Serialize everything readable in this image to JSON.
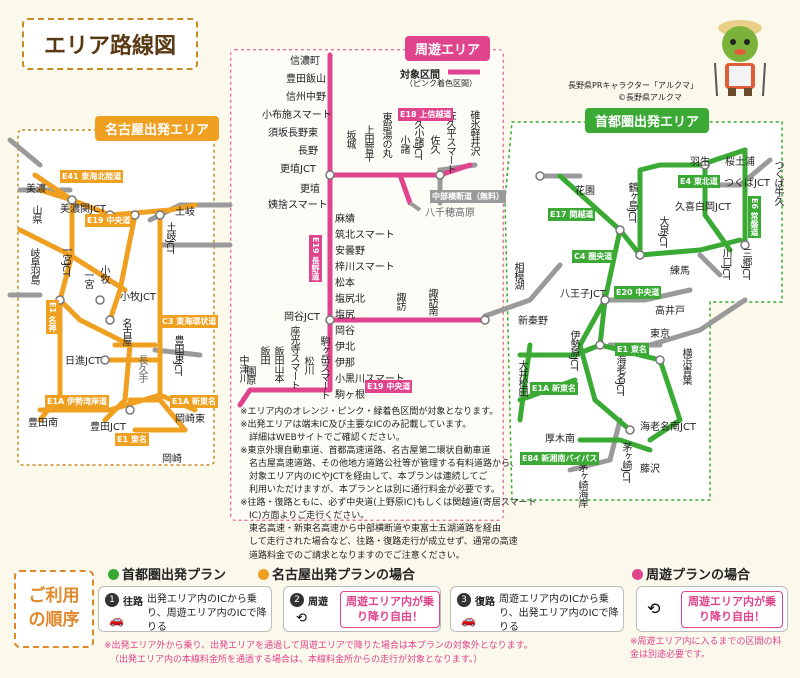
{
  "title": "エリア路線図",
  "regions": {
    "nagoya": "名古屋出発エリア",
    "shuyu": "周遊エリア",
    "shutoken": "首都圏出発エリア"
  },
  "legend_target": "対象区間",
  "legend_target_sub": "（ピンク着色区間）",
  "mascot_caption_1": "長野県PRキャラクター「アルクマ」",
  "mascot_caption_2": "©長野県アルクマ",
  "colors": {
    "orange": "#f0a020",
    "pink": "#e0448c",
    "green": "#3aaa35",
    "gray": "#9a9a9a"
  },
  "nagoya_labels": {
    "mino": "美濃",
    "yamagata": "山県",
    "gifu_hashima": "岐阜羽島",
    "mino_seki_jct": "美濃関JCT",
    "ichinomiya_jct": "一宮JCT",
    "ichinomiya": "一宮",
    "komaki": "小牧",
    "komaki_jct": "小牧JCT",
    "nagoya": "名古屋",
    "toki_jct": "土岐JCT",
    "toki": "土岐",
    "toyotahigashi_jct": "豊田東JCT",
    "nisshin_jct": "日進JCT",
    "nagakute": "長久手",
    "toyotaminami": "豊田南",
    "toyota_jct": "豊田JCT",
    "okazaki_higashi": "岡崎東",
    "okazaki": "岡崎",
    "b_e41": "E41 東海北陸道",
    "b_e19": "E19 中央道",
    "b_e1": "E1 名神",
    "b_c3": "C3 東海環状道",
    "b_e1a_ise": "E1A 伊勢湾岸道",
    "b_e1a": "E1A 新東名",
    "b_e1_tomei": "E1 東名"
  },
  "shuyu_labels": {
    "shinanomachi": "信濃町",
    "toyota_iiyama": "豊田飯山",
    "shinshu_nakano": "信州中野",
    "obuse_smart": "小布施スマート",
    "suzaka_nagano_higashi": "須坂長野東",
    "nagano": "長野",
    "koshoku_jct": "更埴JCT",
    "koshoku": "更埴",
    "obasute_smart": "姨捨スマート",
    "azumino": "麻績",
    "chikuhoku_smart": "筑北スマート",
    "azumino2": "安曇野",
    "azusagawa_smart": "梓川スマート",
    "matsumoto": "松本",
    "shiojiri_kita": "塩尻北",
    "shiojiri": "塩尻",
    "okaya": "岡谷",
    "okaya_jct": "岡谷JCT",
    "suwa": "諏訪",
    "suwa_minami": "諏訪南",
    "ina": "伊北",
    "ina2": "伊那",
    "komagane": "駒ヶ根",
    "matsukawa": "松川",
    "iida_yamamoto": "飯田山本",
    "iida": "飯田",
    "sonohara": "園原",
    "nakatsugawa": "中津川",
    "komagatake_smart": "駒ヶ岳スマート",
    "kohoku_smart": "座光寺スマート",
    "kobayashi_smart": "小黒川スマート",
    "sakaki": "坂城",
    "ueda": "上田菅平",
    "tomi": "東部湯の丸",
    "komoro": "小諸",
    "saku_jct": "佐久小諸JCT",
    "saku": "佐久",
    "saku_hiraga": "佐久平スマート",
    "karuizawa": "碓氷軽井沢",
    "yachiho": "八千穂高原",
    "b_e18": "E18 上信越道",
    "b_e19": "E19 長野道",
    "b_e19_chuo": "E19 中央道",
    "b_chubu": "中部横断道（無料）"
  },
  "shutoken_labels": {
    "hanazono": "花園",
    "tsurugashima_jct": "鶴ヶ島JCT",
    "hanyu": "羽生",
    "sakuragawa": "桜土浦",
    "tsukuba_jct": "つくばJCT",
    "tsukuba_ushiku": "つくば牛久",
    "kuki_shiraoka_jct": "久喜白岡JCT",
    "oizumi_jct": "大泉JCT",
    "nerima": "練馬",
    "misato_jct": "三郷JCT",
    "kawaguchi_jct": "川口JCT",
    "hachioji_jct": "八王子JCT",
    "takaido": "高井戸",
    "sagamiko": "相模湖",
    "shin_hadano": "新秦野",
    "isehara_jct": "伊勢原JCT",
    "atsugi_minami": "厚木南",
    "ebina_jct": "海老名JCT",
    "ebina_minami_jct": "海老名南JCT",
    "oi_matsuda": "大井松田",
    "yokohama_aoba": "横浜青葉",
    "tokyo": "東京",
    "chigasaki_jct": "茅ヶ崎JCT",
    "fujisawa": "藤沢",
    "chigasaki": "茅ヶ崎海岸",
    "b_e4": "E4 東北道",
    "b_e6": "E6 常磐道",
    "b_e17": "E17 関越道",
    "b_c4": "C4 圏央道",
    "b_e20": "E20 中央道",
    "b_e1": "E1 東名",
    "b_e1a": "E1A 新東名",
    "b_e84": "E84 新湘南バイパス"
  },
  "notes": [
    "※エリア内のオレンジ・ピンク・緑着色区間が対象となります。",
    "※出発エリアは端末IC及び主要なICのみ記載しています。",
    "　詳細はWEBサイトでご確認ください。",
    "※東京外環自動車道、首都高速道路、名古屋第二環状自動車道",
    "　名古屋高速道路、その他地方道路公社等が管理する有料道路から、",
    "　対象エリア内のICやJCTを経由して、本プランは連続してご",
    "　利用いただけますが、本プランとは別に通行料金が必要です。",
    "※往路・復路ともに、必ず中央道(上野原IC)もしくは関越道(寄居スマート",
    "　IC)方面よりご走行ください。",
    "　東名高速・新東名高速から中部横断道や東富士五湖道路を経由",
    "　して走行された場合など、往路・復路走行が成立せず、通常の高速",
    "　道路料金でのご請求となりますのでご注意ください。"
  ],
  "plan_head_1": "首都圏出発プラン",
  "plan_head_2": "名古屋出発プランの場合",
  "plan_head_3": "周遊プランの場合",
  "usage": "ご利用の順序",
  "steps": [
    {
      "num": "1",
      "title": "往路",
      "text": "出発エリア内のICから乗り、周遊エリア内のICで降りる"
    },
    {
      "num": "2",
      "title": "周遊",
      "text": "周遊エリア内が乗り降り自由！"
    },
    {
      "num": "3",
      "title": "復路",
      "text": "周遊エリア内のICから乗り、出発エリア内のICで降りる"
    }
  ],
  "shuyu_free": "周遊エリア内が乗り降り自由！",
  "footnote_1": "※出発エリア外から乗り、出発エリアを通過して周遊エリアで降りた場合は本プランの対象外となります。",
  "footnote_2": "（出発エリア内の本線料金所を通過する場合は、本線料金所からの走行が対象となります。）",
  "footnote_3": "※周遊エリア内に入るまでの区間の料金は別途必要です。"
}
